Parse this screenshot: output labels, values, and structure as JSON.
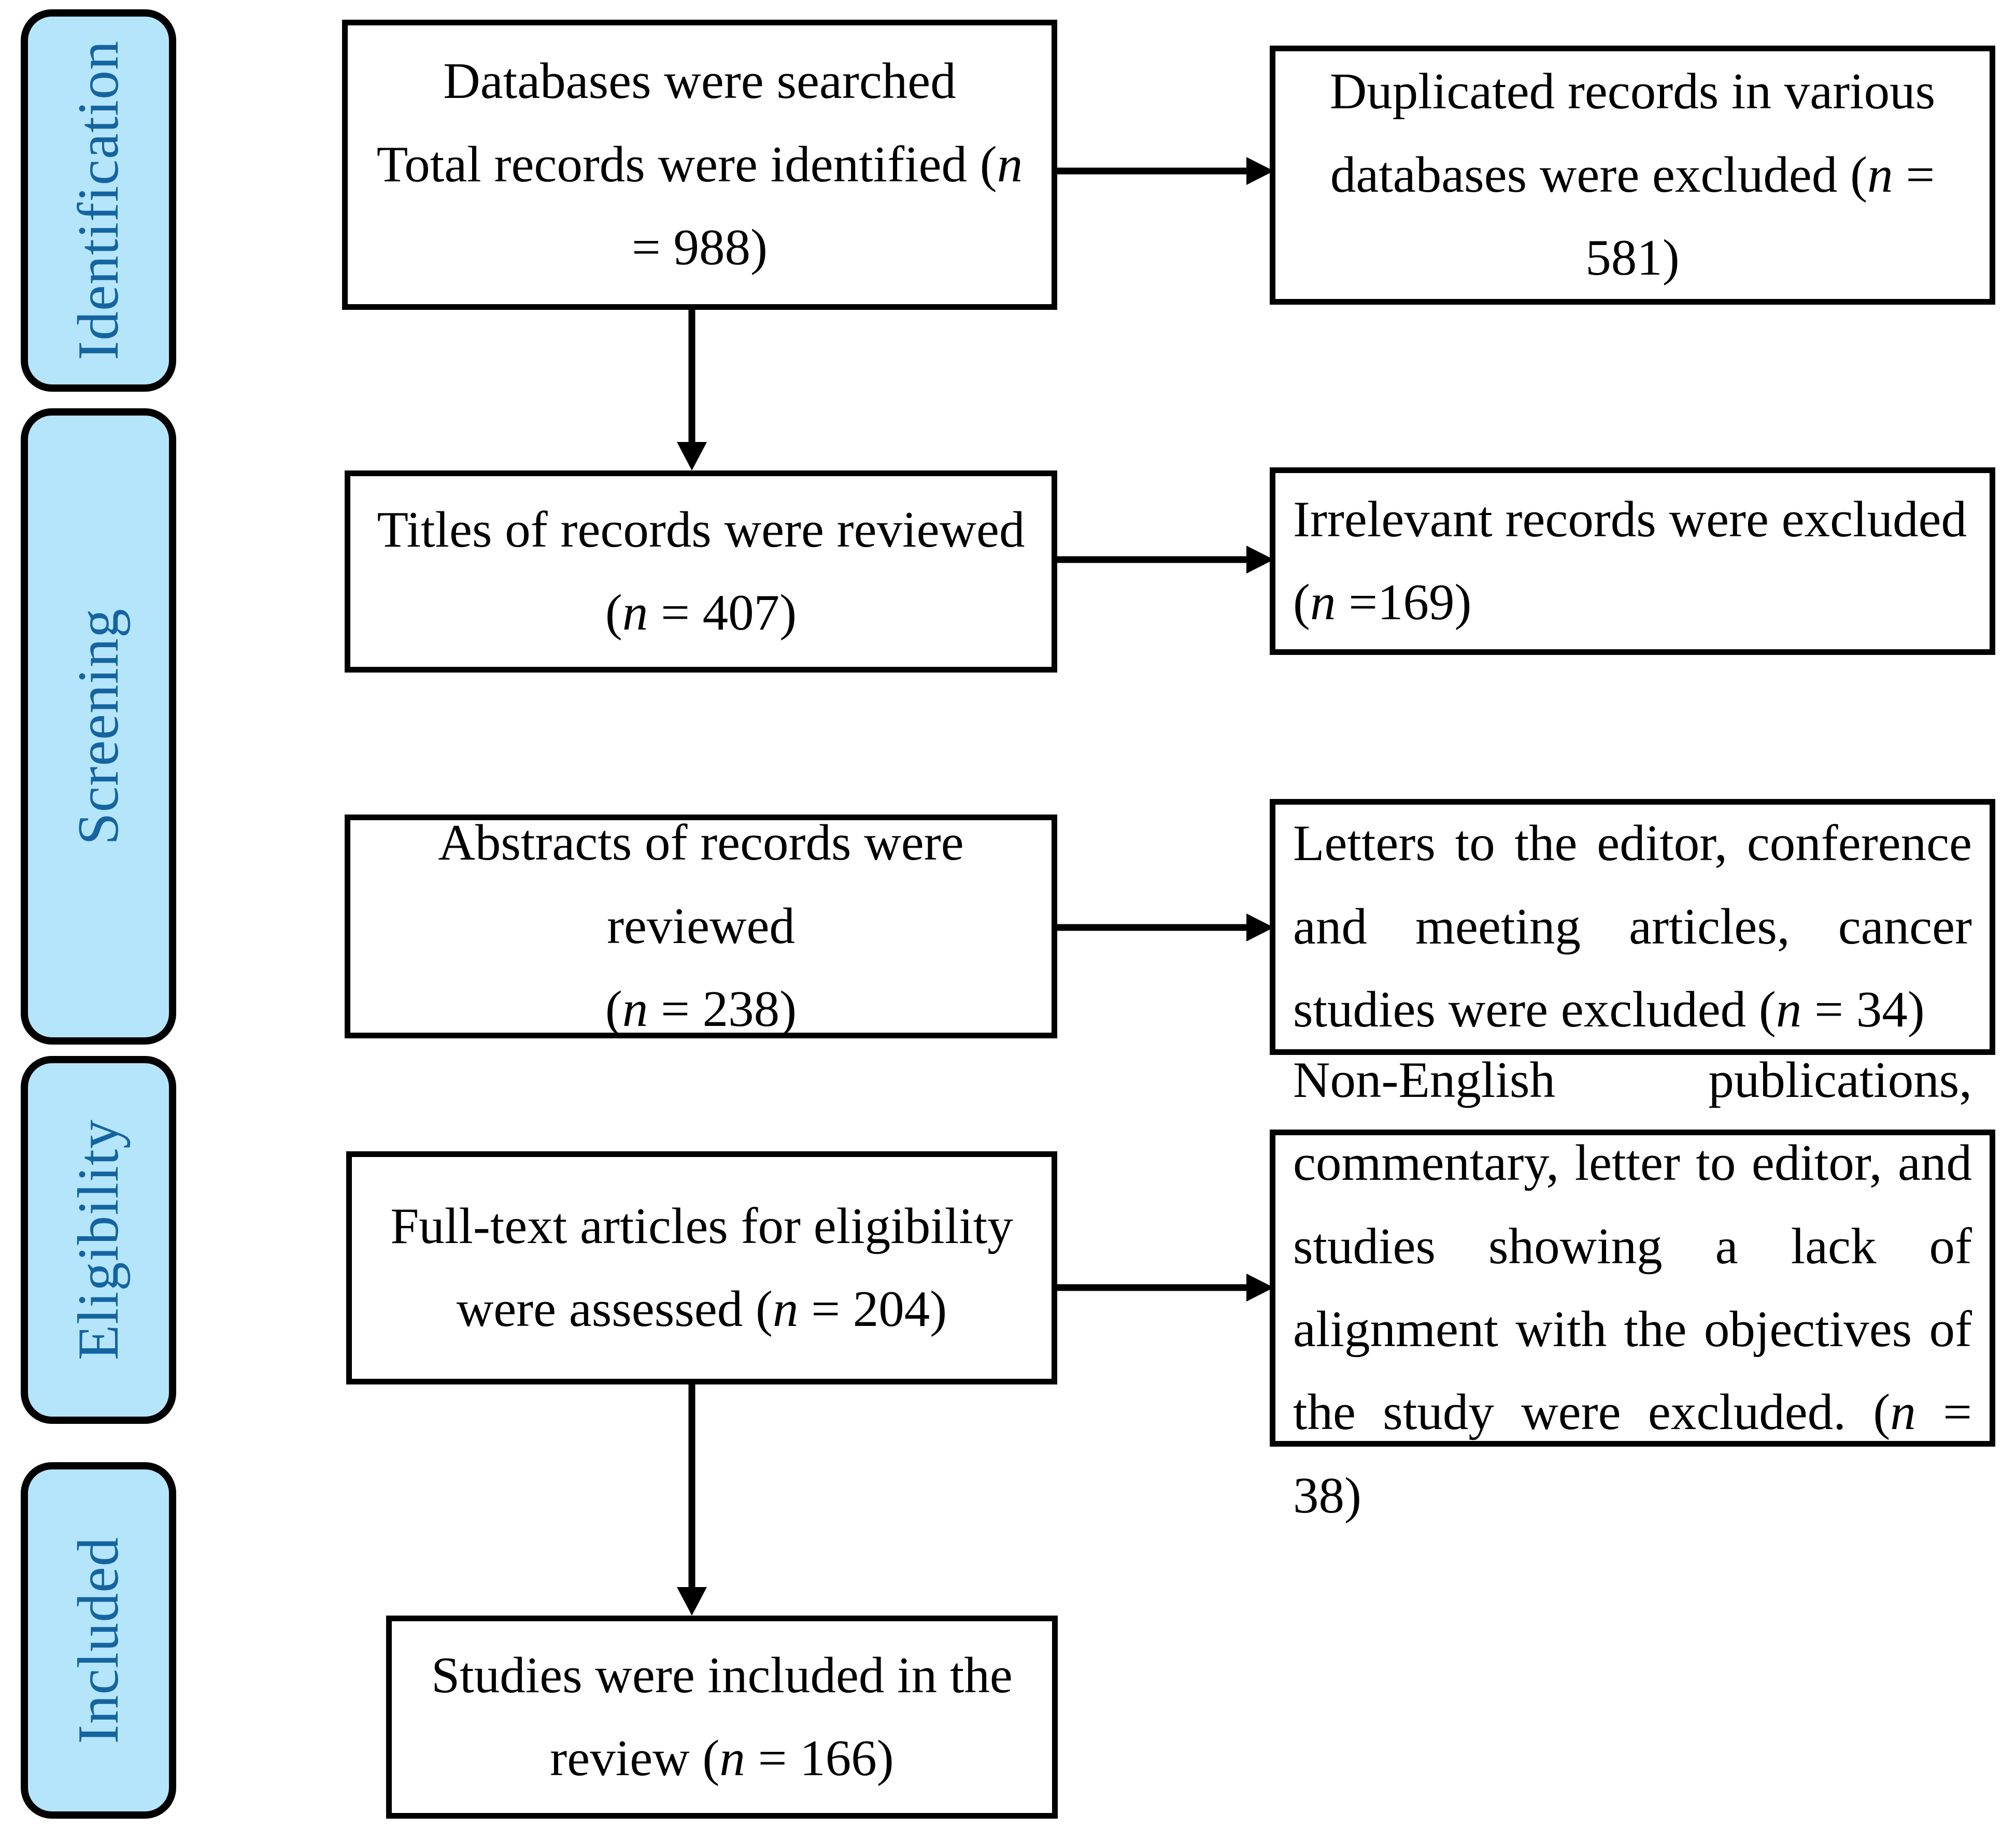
{
  "diagram": {
    "type": "prisma-flow-diagram",
    "stages": [
      {
        "id": "identification",
        "label": "Identification"
      },
      {
        "id": "screening",
        "label": "Screening"
      },
      {
        "id": "eligibility",
        "label": "Eligibility"
      },
      {
        "id": "included",
        "label": "Included"
      }
    ],
    "colors": {
      "stage_fill": "#b5e5fb",
      "stage_text": "#1464a0",
      "border": "#000000",
      "box_fill": "#ffffff",
      "box_text": "#000000"
    },
    "boxes": {
      "identified": {
        "line1": "Databases were searched",
        "line2_pre": "Total records were identified (",
        "line2_ital": "n",
        "line2_post": " = 988)",
        "count": 988
      },
      "duplicates_excluded": {
        "pre": "Duplicated records in various databases were excluded (",
        "ital": "n",
        "post": " = 581)",
        "count": 581
      },
      "titles_reviewed": {
        "pre": "Titles of records were reviewed (",
        "ital": "n",
        "post": " = 407)",
        "count": 407
      },
      "irrelevant_excluded": {
        "pre": "Irrelevant records were excluded (",
        "ital": "n",
        "post": " =169)",
        "count": 169
      },
      "abstracts_reviewed": {
        "line1": "Abstracts of records were reviewed",
        "line2_pre": "(",
        "line2_ital": "n",
        "line2_post": " = 238)",
        "count": 238
      },
      "letters_excluded": {
        "pre": "Letters to the editor, conference and meeting articles, cancer studies were excluded (",
        "ital": "n",
        "post": " = 34)",
        "count": 34
      },
      "fulltext_assessed": {
        "pre": "Full-text articles for eligibility were assessed (",
        "ital": "n",
        "post": " = 204)",
        "count": 204
      },
      "nonenglish_excluded": {
        "pre": "Non-English publications, commentary, letter to editor, and studies showing a lack of alignment with the objectives of the study were excluded. (",
        "ital": "n",
        "post": " = 38)",
        "count": 38
      },
      "studies_included": {
        "pre": "Studies were included in the review (",
        "ital": "n",
        "post": " = 166)",
        "count": 166
      }
    },
    "connectors": [
      {
        "id": "identified-to-duplicates",
        "kind": "arrow-right"
      },
      {
        "id": "identified-to-titles",
        "kind": "arrow-down"
      },
      {
        "id": "titles-to-irrelevant",
        "kind": "arrow-right"
      },
      {
        "id": "abstracts-to-letters",
        "kind": "arrow-right"
      },
      {
        "id": "fulltext-to-nonenglish",
        "kind": "arrow-right"
      },
      {
        "id": "fulltext-to-included",
        "kind": "arrow-down"
      }
    ]
  }
}
